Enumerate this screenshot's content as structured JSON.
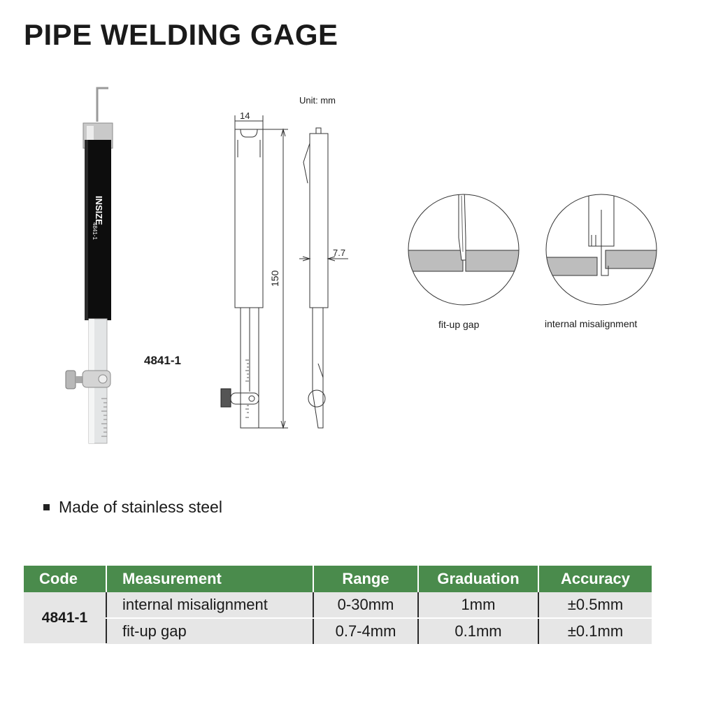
{
  "title": "PIPE WELDING GAGE",
  "model_code": "4841-1",
  "brand": "INSIZE",
  "unit_label": "Unit: mm",
  "dimensions": {
    "width": "14",
    "length": "150",
    "thickness": "7.7"
  },
  "captions": {
    "fit_up_gap": "fit-up gap",
    "internal_misalignment": "internal misalignment"
  },
  "features": [
    "Made of stainless steel"
  ],
  "table": {
    "headers": [
      "Code",
      "Measurement",
      "Range",
      "Graduation",
      "Accuracy"
    ],
    "code": "4841-1",
    "rows": [
      {
        "measurement": "internal misalignment",
        "range": "0-30mm",
        "graduation": "1mm",
        "accuracy": "±0.5mm"
      },
      {
        "measurement": "fit-up gap",
        "range": "0.7-4mm",
        "graduation": "0.1mm",
        "accuracy": "±0.1mm"
      }
    ]
  },
  "colors": {
    "table_header": "#4a8b4c",
    "table_row": "#e6e6e6",
    "handle": "#0d0d0d"
  }
}
